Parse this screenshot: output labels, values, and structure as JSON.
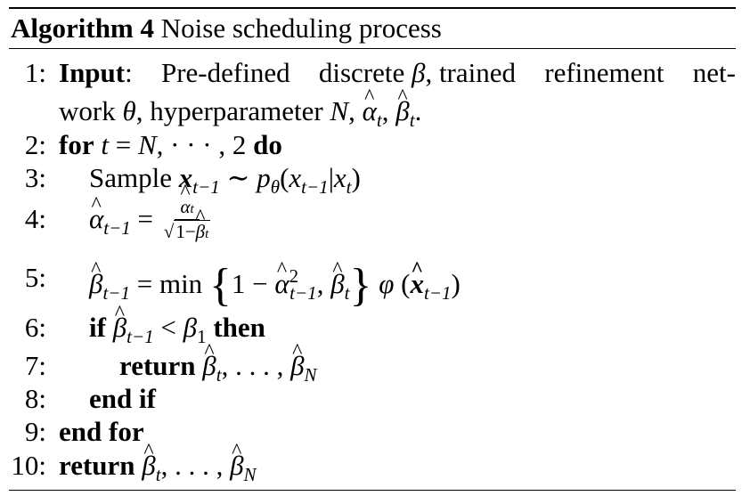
{
  "caption": {
    "label": "Algorithm 4",
    "title": "Noise scheduling process"
  },
  "lines": [
    {
      "num": "1:",
      "kw": "Input",
      "sep": ":",
      "w1": "Pre-defined",
      "w2": "discrete",
      "beta": "β",
      "w3": ", trained",
      "w4": "refinement",
      "w5": "net-",
      "cont": "work",
      "theta": "θ",
      "cont2": ", hyperparameter",
      "N": "N",
      "comma": ",",
      "alpha": "α",
      "t": "t",
      "comma2": ",",
      "beta2": "β",
      "t2": "t",
      "dot": "."
    },
    {
      "num": "2:",
      "kw": "for",
      "t": "t",
      "eq": " = ",
      "N": "N",
      "dots": ", · · · , 2",
      "kw2": "do"
    },
    {
      "num": "3:",
      "text": "Sample",
      "x": "x",
      "sub": "t−1",
      "sim": " ∼ ",
      "p": "p",
      "theta": "θ",
      "paren": "(",
      "x2": "x",
      "sub2": "t−1",
      "bar": "|",
      "x3": "x",
      "t": "t",
      "close": ")"
    },
    {
      "num": "4:",
      "alpha": "α",
      "sub": "t−1",
      "eq": " = ",
      "numer_alpha": "α",
      "numer_t": "t",
      "denom_one": "1−",
      "denom_beta": "β",
      "denom_t": "t"
    },
    {
      "num": "5:",
      "beta": "β",
      "sub": "t−1",
      "eq": " = min ",
      "lbrace": "{",
      "one": "1 − ",
      "alpha": "α",
      "sup": "2",
      "sub2": "t−1",
      "comma": ", ",
      "beta2": "β",
      "t": "t",
      "rbrace": "}",
      "phi": "φ",
      "open": " (",
      "x": "x",
      "sub3": "t−1",
      "close": ")"
    },
    {
      "num": "6:",
      "kw": "if",
      "beta": "β",
      "sub": "t−1",
      "lt": " < ",
      "beta1": "β",
      "one": "1",
      "kw2": "then"
    },
    {
      "num": "7:",
      "kw": "return",
      "beta": "β",
      "t": "t",
      "dots": ", . . . , ",
      "beta2": "β",
      "N": "N"
    },
    {
      "num": "8:",
      "kw": "end if"
    },
    {
      "num": "9:",
      "kw": "end for"
    },
    {
      "num": "10:",
      "kw": "return",
      "beta": "β",
      "t": "t",
      "dots": ", . . . , ",
      "beta2": "β",
      "N": "N"
    }
  ]
}
